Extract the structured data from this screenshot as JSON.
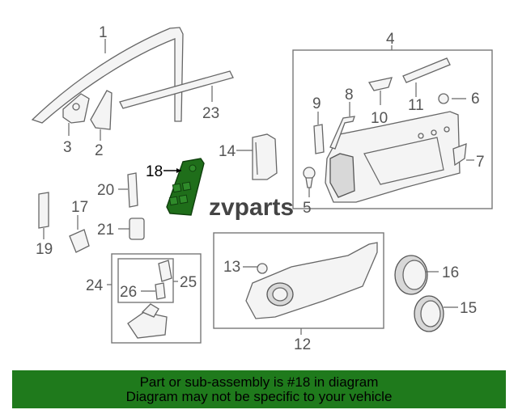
{
  "diagram": {
    "callouts": {
      "c1": "1",
      "c2": "2",
      "c3": "3",
      "c4": "4",
      "c5": "5",
      "c6": "6",
      "c7": "7",
      "c8": "8",
      "c9": "9",
      "c10": "10",
      "c11": "11",
      "c12": "12",
      "c13": "13",
      "c14": "14",
      "c15": "15",
      "c16": "16",
      "c17": "17",
      "c18": "18",
      "c19": "19",
      "c20": "20",
      "c21": "21",
      "c23": "23",
      "c24": "24",
      "c25": "25",
      "c26": "26"
    },
    "watermark": "zvparts",
    "highlight_color": "#1f6e1a",
    "banner_color": "#1f7a1c"
  },
  "banner": {
    "line1": "Part or sub-assembly is #18 in diagram",
    "line2": "Diagram may not be specific to your vehicle"
  }
}
